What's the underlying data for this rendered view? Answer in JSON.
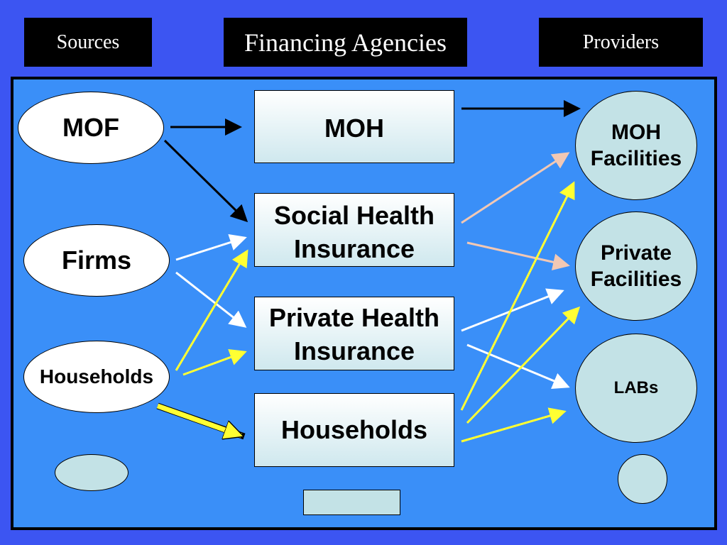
{
  "headers": {
    "sources": "Sources",
    "financing_agencies": "Financing Agencies",
    "providers": "Providers"
  },
  "sources": {
    "mof": "MOF",
    "firms": "Firms",
    "households": "Households"
  },
  "agencies": {
    "moh": "MOH",
    "social_health_insurance": "Social Health Insurance",
    "private_health_insurance": "Private Health Insurance",
    "households": "Households"
  },
  "providers": {
    "moh_facilities": "MOH Facilities",
    "private_facilities": "Private Facilities",
    "labs": "LABs"
  },
  "colors": {
    "background": "#3c55f2",
    "panel": "#3a8ff8",
    "arrow_black": "#000000",
    "arrow_white": "#ffffff",
    "arrow_yellow": "#ffff33",
    "arrow_pink": "#f2c8b4"
  }
}
